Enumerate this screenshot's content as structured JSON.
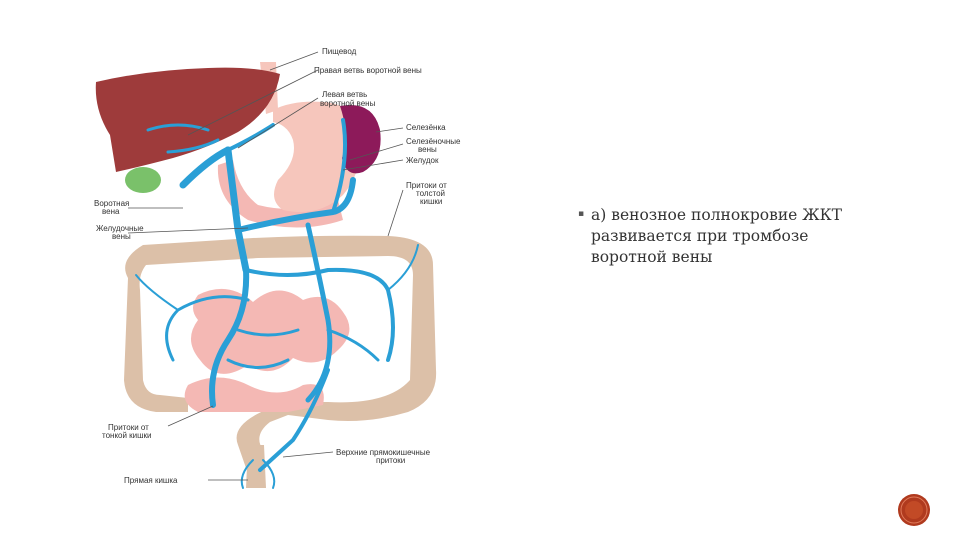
{
  "labels": {
    "esophagus": "Пищевод",
    "right_portal_branch": "Правая ветвь воротной вены",
    "left_portal_branch_1": "Левая ветвь",
    "left_portal_branch_2": "воротной вены",
    "spleen": "Селезёнка",
    "splenic_veins_1": "Селезёночные",
    "splenic_veins_2": "вены",
    "stomach": "Желудок",
    "colon_tributaries_1": "Притоки от",
    "colon_tributaries_2": "толстой",
    "colon_tributaries_3": "кишки",
    "portal_vein_1": "Воротная",
    "portal_vein_2": "вена",
    "gastric_veins_1": "Желудочные",
    "gastric_veins_2": "вены",
    "small_intestine_tributaries_1": "Притоки от",
    "small_intestine_tributaries_2": "тонкой кишки",
    "upper_rectal_veins_1": "Верхние прямокишечные",
    "upper_rectal_veins_2": "притоки",
    "rectum": "Прямая кишка"
  },
  "bullet": {
    "marker": "▪",
    "text": "а) венозное полнокровие ЖКТ развивается при тромбозе воротной вены"
  },
  "colors": {
    "liver": "#9e3b3b",
    "gallbladder": "#7ac16a",
    "spleen": "#8d1a5a",
    "stomach": "#f6c6bc",
    "colon": "#dcc0a8",
    "small_intestine": "#f4b8b4",
    "veins": "#2a9fd6",
    "badge": "#b03a1e"
  }
}
